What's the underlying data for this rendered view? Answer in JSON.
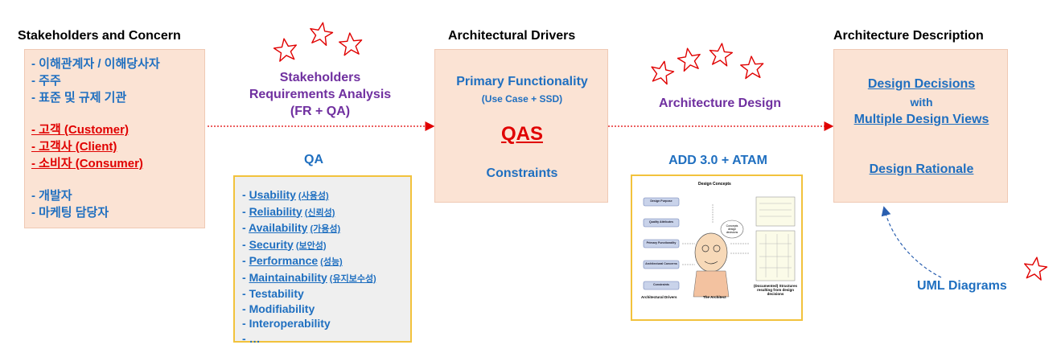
{
  "stakeholders": {
    "heading": "Stakeholders and Concern",
    "group1": [
      "- 이해관계자 / 이해당사자",
      "- 주주",
      "- 표준 및 규제 기관"
    ],
    "group2": [
      "- 고객 (Customer)",
      "- 고객사 (Client)",
      "- 소비자 (Consumer)"
    ],
    "group3": [
      "- 개발자",
      "- 마케팅 담당자"
    ]
  },
  "analysis": {
    "line1": "Stakeholders",
    "line2": "Requirements Analysis",
    "line3": "(FR + QA)"
  },
  "qa": {
    "heading": "QA",
    "items": [
      {
        "prefix": "- ",
        "name": "Usability",
        "kr": "(사용성)"
      },
      {
        "prefix": "- ",
        "name": "Reliability",
        "kr": "(신뢰성)"
      },
      {
        "prefix": "- ",
        "name": "Availability",
        "kr": "(가용성)"
      },
      {
        "prefix": "- ",
        "name": "Security",
        "kr": "(보안성)"
      },
      {
        "prefix": "- ",
        "name": "Performance",
        "kr": "(성능)"
      },
      {
        "prefix": "- ",
        "name": "Maintainability",
        "kr": "(유지보수성)"
      },
      {
        "prefix": "- ",
        "name": "Testability",
        "kr": ""
      },
      {
        "prefix": "- ",
        "name": "Modifiability",
        "kr": ""
      },
      {
        "prefix": "- ",
        "name": "Interoperability",
        "kr": ""
      },
      {
        "prefix": "- ",
        "name": "…",
        "kr": ""
      }
    ]
  },
  "drivers": {
    "heading": "Architectural Drivers",
    "primary": "Primary Functionality",
    "primary_sub": "(Use Case + SSD)",
    "qas": "QAS",
    "constraints": "Constraints"
  },
  "design": {
    "label": "Architecture Design",
    "method": "ADD 3.0 + ATAM",
    "figure": {
      "left_boxes": [
        "Design Purpose",
        "Quality Attributes",
        "Primary Functionality",
        "Architectural Concerns",
        "Constraints"
      ],
      "top_label": "Design Concepts",
      "bubble": "Concepts design decisions",
      "bottom_left": "Architectural Drivers",
      "bottom_mid": "The Architect",
      "bottom_right": "(Documented) Structures resulting from design decisions"
    }
  },
  "description": {
    "heading": "Architecture Description",
    "decisions": "Design Decisions",
    "with": "with",
    "views": "Multiple Design Views",
    "rationale": "Design Rationale"
  },
  "uml": {
    "label": "UML Diagrams"
  },
  "colors": {
    "accent_blue": "#1f6fc0",
    "purple": "#7030a0",
    "red": "#e00000",
    "peach": "#fbe3d4",
    "qa_border": "#f2c23c"
  }
}
